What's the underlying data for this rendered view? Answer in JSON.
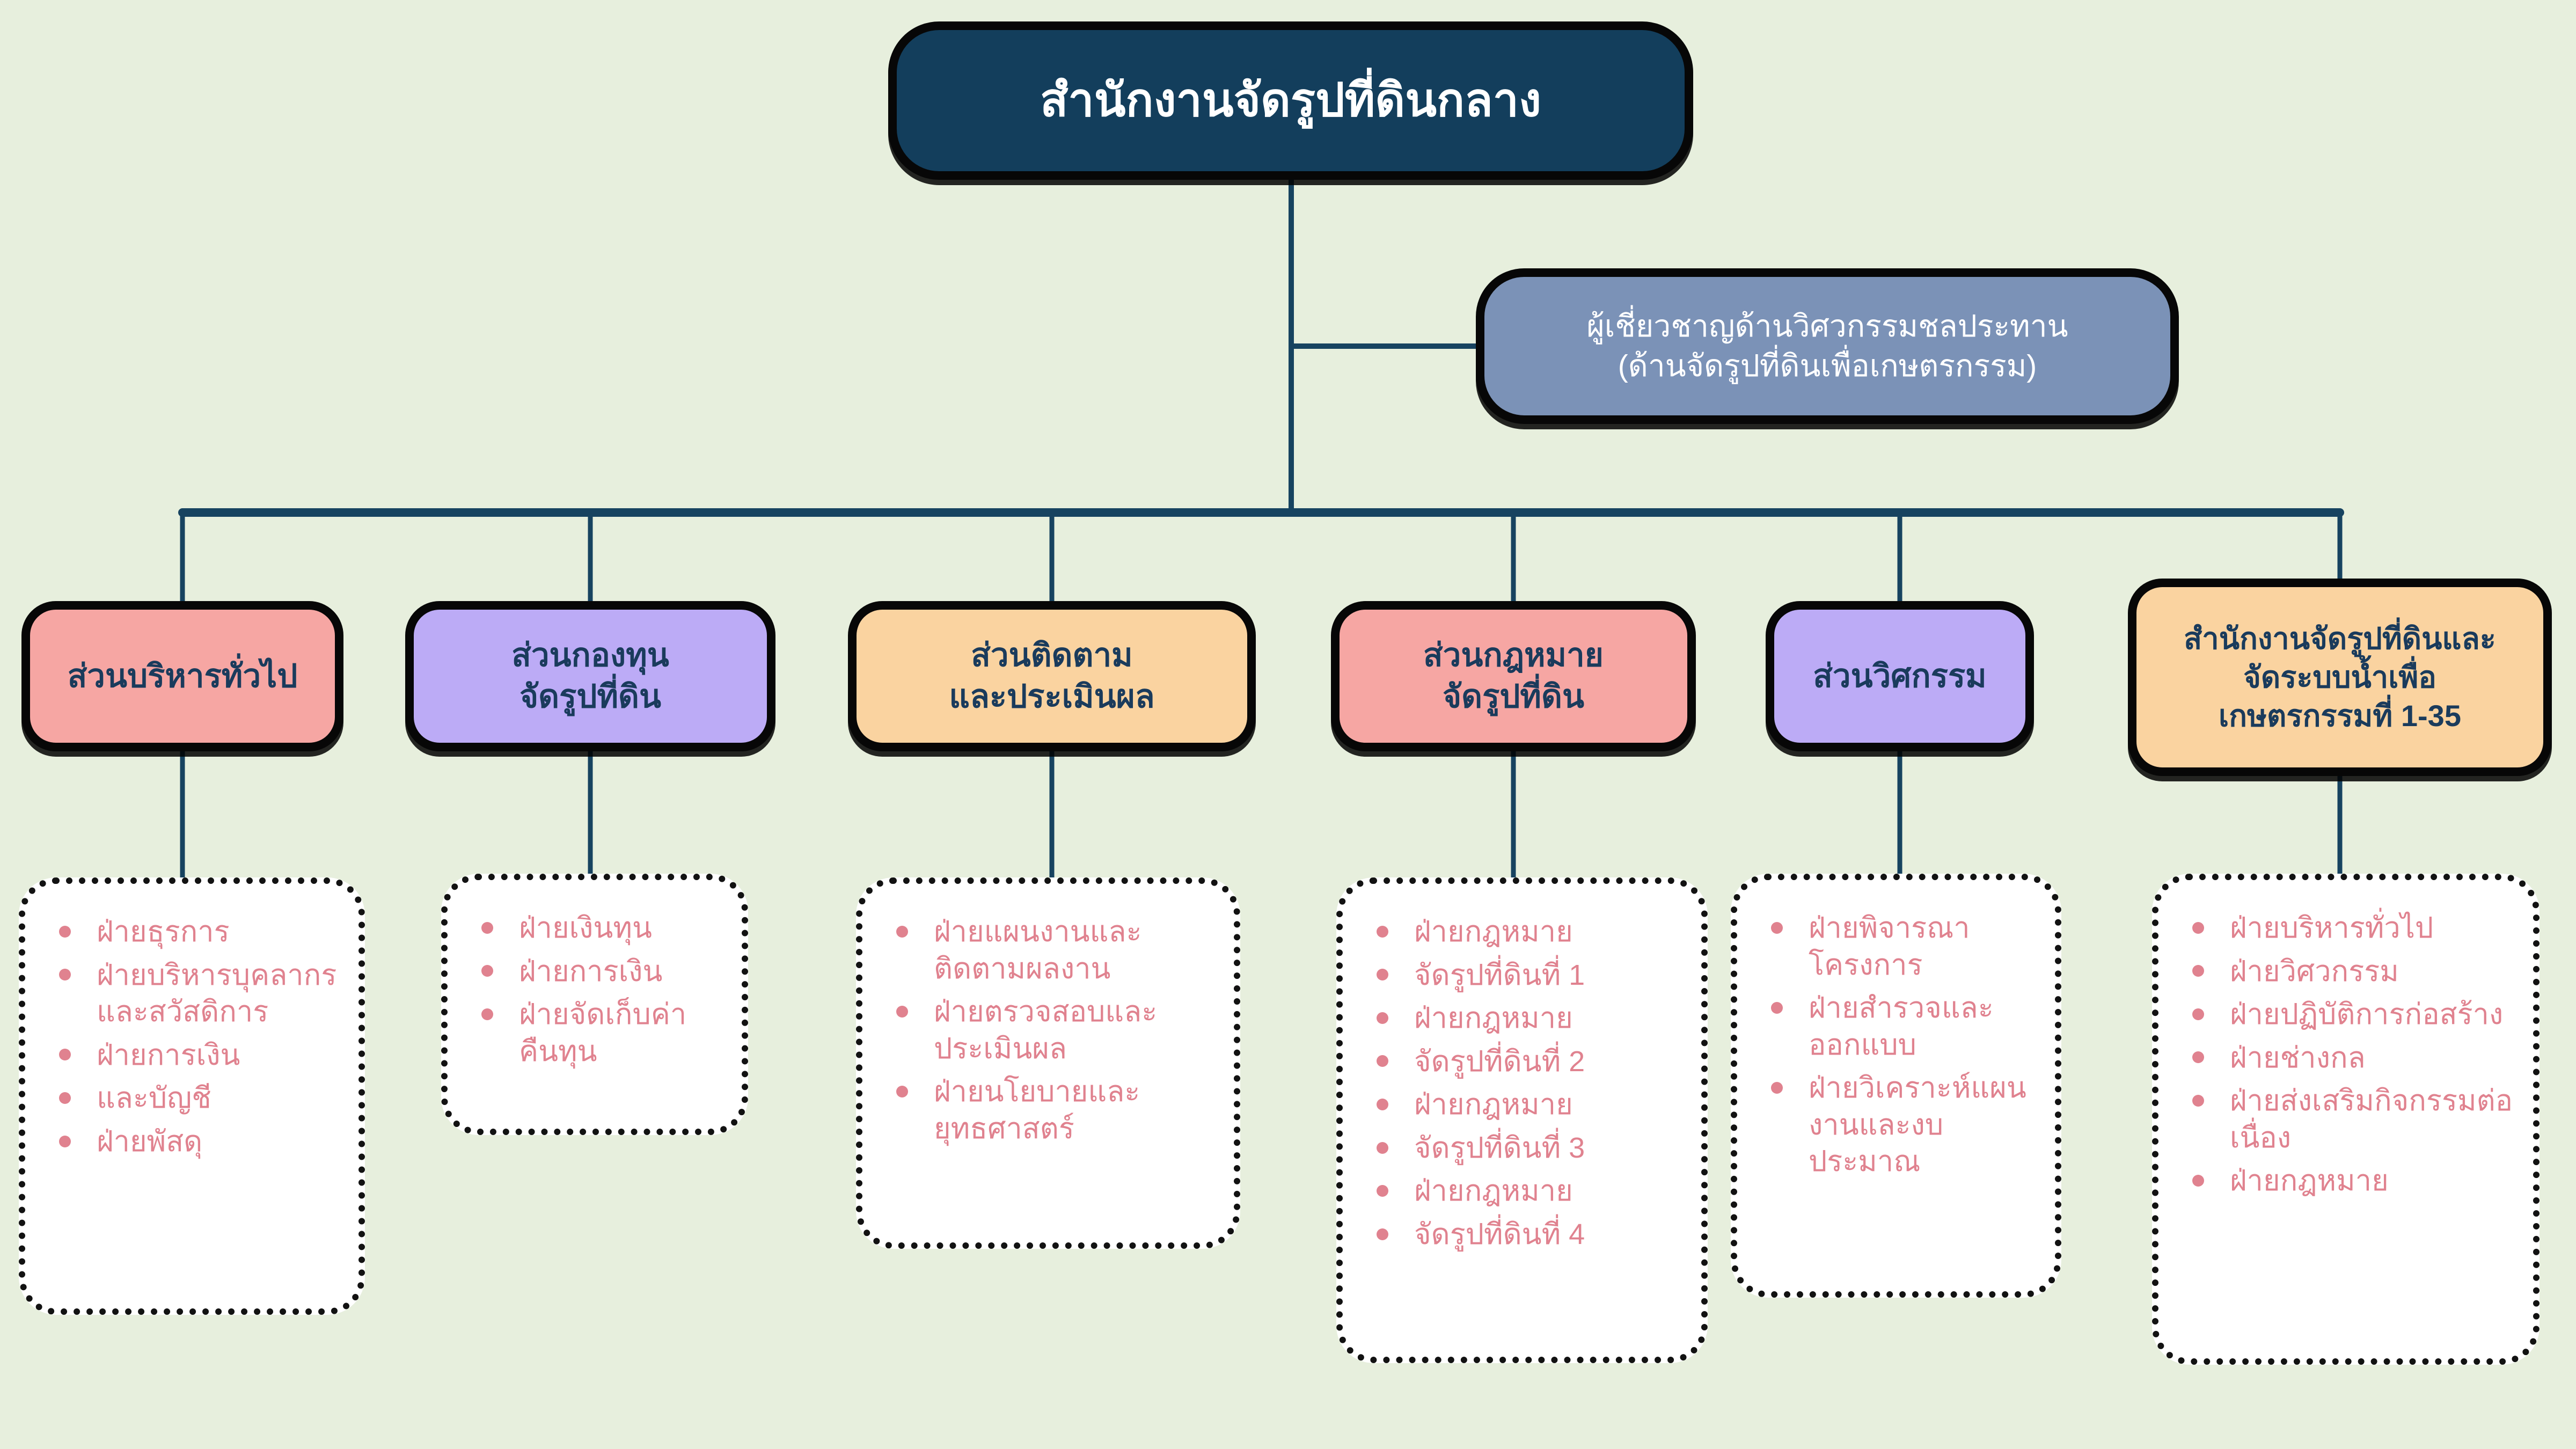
{
  "page": {
    "background": "#e7efdd"
  },
  "colors": {
    "navy": "#133e5c",
    "slate": "#7b92b7",
    "pink": "#f6a6a3",
    "purple": "#bcabf6",
    "orange": "#fad3a0",
    "heading_text": "#1a3b5c",
    "bullet_text": "#e0828f",
    "connector_line": "#174360",
    "list_background": "#ffffff",
    "box_border": "#070707"
  },
  "root": {
    "title": "สำนักงานจัดรูปที่ดินกลาง"
  },
  "advisor": {
    "lines": [
      "ผู้เชี่ยวชาญด้านวิศวกรรมชลประทาน",
      "(ด้านจัดรูปที่ดินเพื่อเกษตรกรรม)"
    ]
  },
  "departments": [
    {
      "id": "general-admin",
      "color": "pink",
      "title_lines": [
        "ส่วนบริหารทั่วไป"
      ],
      "items": [
        "ฝ่ายธุรการ",
        "ฝ่ายบริหาร​บุคลากรและ​สวัสดิการ",
        "ฝ่ายการเงิน",
        "และบัญชี",
        "ฝ่ายพัสดุ"
      ]
    },
    {
      "id": "land-fund",
      "color": "purple",
      "title_lines": [
        "ส่วนกองทุน",
        "จัดรูปที่ดิน"
      ],
      "items": [
        "ฝ่ายเงินทุน",
        "ฝ่ายการเงิน",
        "ฝ่ายจัดเก็บ​ค่าคืนทุน"
      ]
    },
    {
      "id": "monitoring-evaluation",
      "color": "orange",
      "title_lines": [
        "ส่วนติดตาม",
        "และประเมินผล"
      ],
      "items": [
        "ฝ่ายแผนงานและ​ติดตามผลงาน",
        "ฝ่ายตรวจสอบ​และประเมินผล",
        "ฝ่ายนโยบายและ​ยุทธศาสตร์"
      ]
    },
    {
      "id": "legal",
      "color": "pink",
      "title_lines": [
        "ส่วนกฎหมาย",
        "จัดรูปที่ดิน"
      ],
      "items": [
        "ฝ่ายกฎหมาย",
        "จัดรูปที่ดินที่ 1",
        "ฝ่ายกฎหมาย",
        "จัดรูปที่ดินที่ 2",
        "ฝ่ายกฎหมาย",
        "จัดรูปที่ดินที่ 3",
        "ฝ่ายกฎหมาย",
        "จัดรูปที่ดินที่ 4"
      ]
    },
    {
      "id": "engineering",
      "color": "purple",
      "title_lines": [
        "ส่วนวิศกรรม"
      ],
      "items": [
        "ฝ่ายพิจารณา​โครงการ",
        "ฝ่ายสำรวจ​และออกแบบ",
        "ฝ่ายวิเคราะห์​แผนงานและ​งบประมาณ"
      ]
    },
    {
      "id": "regional-offices-1-35",
      "color": "orange",
      "title_lines": [
        "สำนักงานจัดรูปที่ดินและ",
        "จัดระบบน้ำเพื่อ",
        "เกษตรกรรมที่ 1-35"
      ],
      "items": [
        "ฝ่ายบริหารทั่วไป",
        "ฝ่ายวิศวกรรม",
        "ฝ่ายปฏิบัติการ​ก่อสร้าง",
        "ฝ่ายช่างกล",
        "ฝ่ายส่งเสริม​กิจกรรมต่อเนื่อง",
        "ฝ่ายกฎหมาย"
      ]
    }
  ]
}
